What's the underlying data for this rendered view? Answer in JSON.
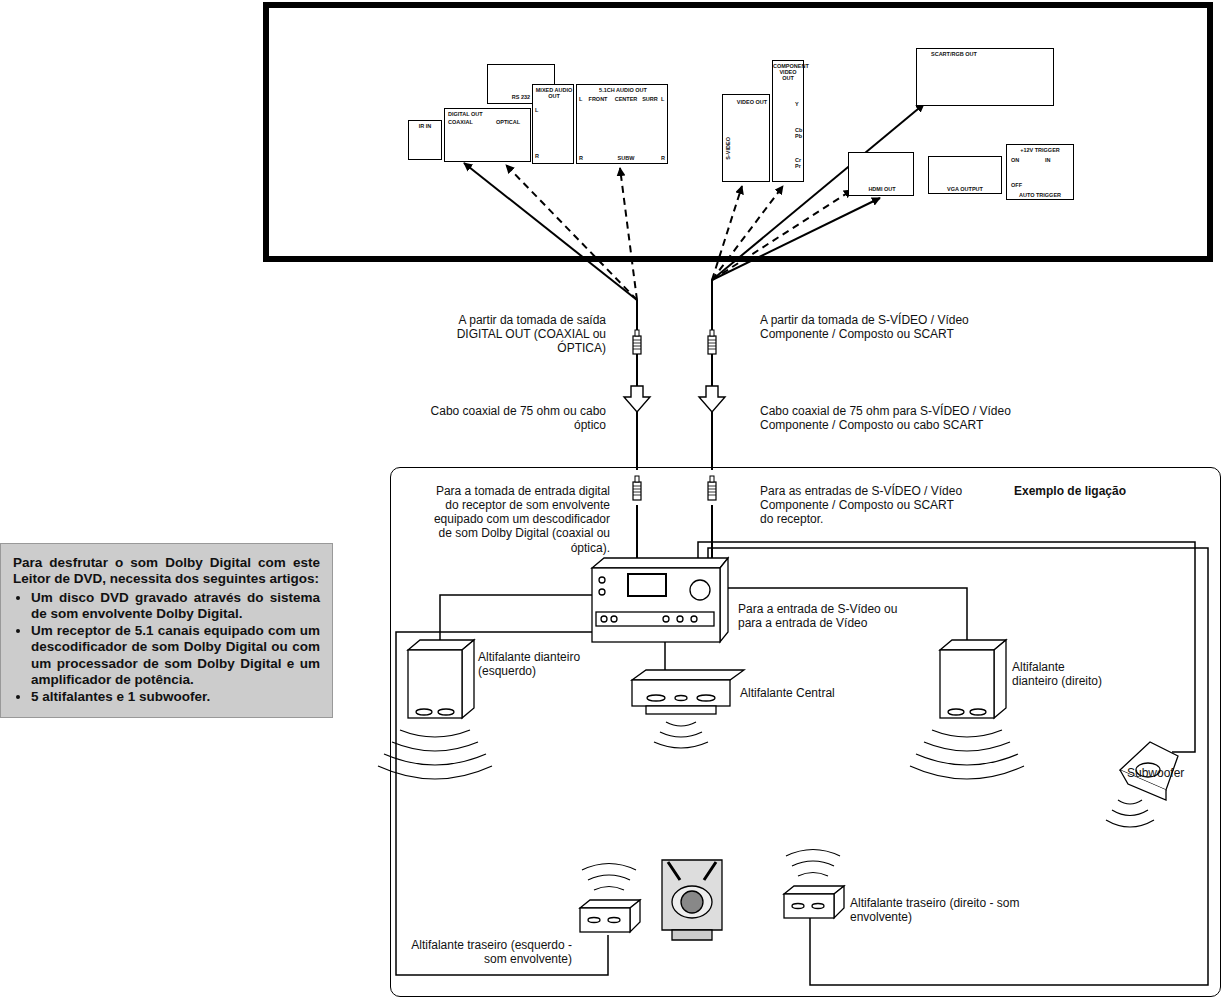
{
  "diagram": {
    "nodes": [
      {
        "text": [
          "Para desfrutar o som Dolby Digital com este Leitor de DVD, necessita dos seguintes artigos:",
          "Um disco DVD gravado através do sistema de som envolvente Dolby Digital.",
          "Um receptor de 5.1 canais equipado com um descodificador de som Dolby Digital ou com um processador de som Dolby Digital e um amplificador de potência.",
          "5 altifalantes e 1 subwoofer."
        ]
      },
      {
        "text": [
          "RS 232"
        ]
      },
      {
        "text": [
          "IR IN"
        ]
      },
      {
        "text": [
          "DIGITAL OUT",
          "COAXIAL",
          "OPTICAL"
        ]
      },
      {
        "text": [
          "MIXED AUDIO OUT",
          "L",
          "R"
        ]
      },
      {
        "text": [
          "5.1CH AUDIO OUT",
          "L",
          "FRONT",
          "CENTER",
          "SURR",
          "L",
          "R",
          "SUBW",
          "R"
        ]
      },
      {
        "text": [
          "VIDEO OUT",
          "S-VIDEO"
        ]
      },
      {
        "text": [
          "COMPONENT VIDEO OUT",
          "Y",
          "Cb Pb",
          "Cr Pr"
        ]
      },
      {
        "text": [
          "SCART/RGB OUT"
        ]
      },
      {
        "text": [
          "HDMI OUT"
        ]
      },
      {
        "text": [
          "VGA OUTPUT"
        ]
      },
      {
        "text": [
          "+12V TRIGGER",
          "ON",
          "IN",
          "OFF",
          "AUTO TRIGGER"
        ]
      },
      {
        "text": [
          "Exemplo de ligação"
        ]
      }
    ],
    "labels": [
      "A partir da tomada de saída DIGITAL OUT (COAXIAL ou ÓPTICA)",
      "Cabo coaxial de 75 ohm ou cabo óptico",
      "Para a tomada de entrada digital do receptor de som envolvente equipado com um descodificador de som Dolby Digital (coaxial ou óptica).",
      "A partir da tomada de S-VÍDEO / Vídeo Componente / Composto ou SCART",
      "Cabo coaxial de 75 ohm para S-VÍDEO / Vídeo Componente / Composto ou cabo SCART",
      "Para as entradas de S-VÍDEO / Vídeo Componente / Composto ou SCART do receptor.",
      "Para a entrada de S-Vídeo ou para a entrada de Vídeo",
      "Altifalante dianteiro (esquerdo)",
      "Altifalante Central",
      "Altifalante dianteiro (direito)",
      "Subwoofer",
      "Altifalante traseiro (esquerdo - som envolvente)",
      "Altifalante traseiro (direito - som envolvente)"
    ]
  }
}
